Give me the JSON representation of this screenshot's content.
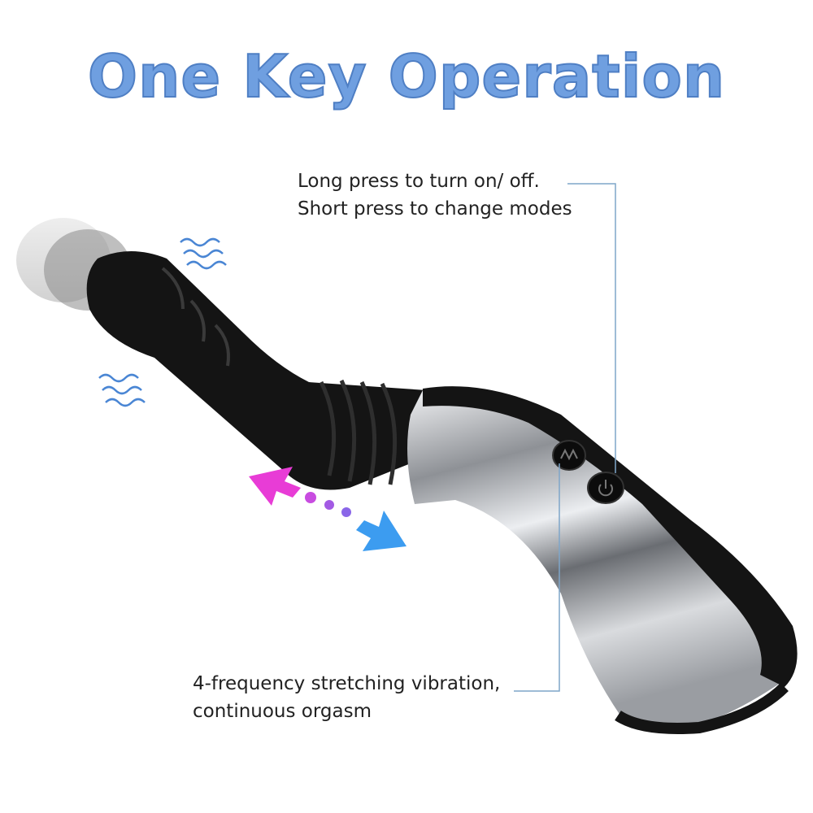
{
  "title": "One Key Operation",
  "callouts": {
    "buttons": {
      "line1": "Long press to turn on/ off.",
      "line2": "Short press to change modes"
    },
    "vibration": {
      "line1": "4-frequency stretching vibration,",
      "line2": "continuous orgasm"
    }
  },
  "colors": {
    "title": "#6f9fe0",
    "callout_line": "#7fa6c9",
    "arrow_pink": "#e83cd6",
    "arrow_blue": "#3c9cf0",
    "body": "#151515",
    "metal": "#b9bcc0"
  },
  "icons": [
    "vibration-waves-icon",
    "thrust-arrow-icon",
    "mode-button-icon",
    "power-button-icon"
  ]
}
